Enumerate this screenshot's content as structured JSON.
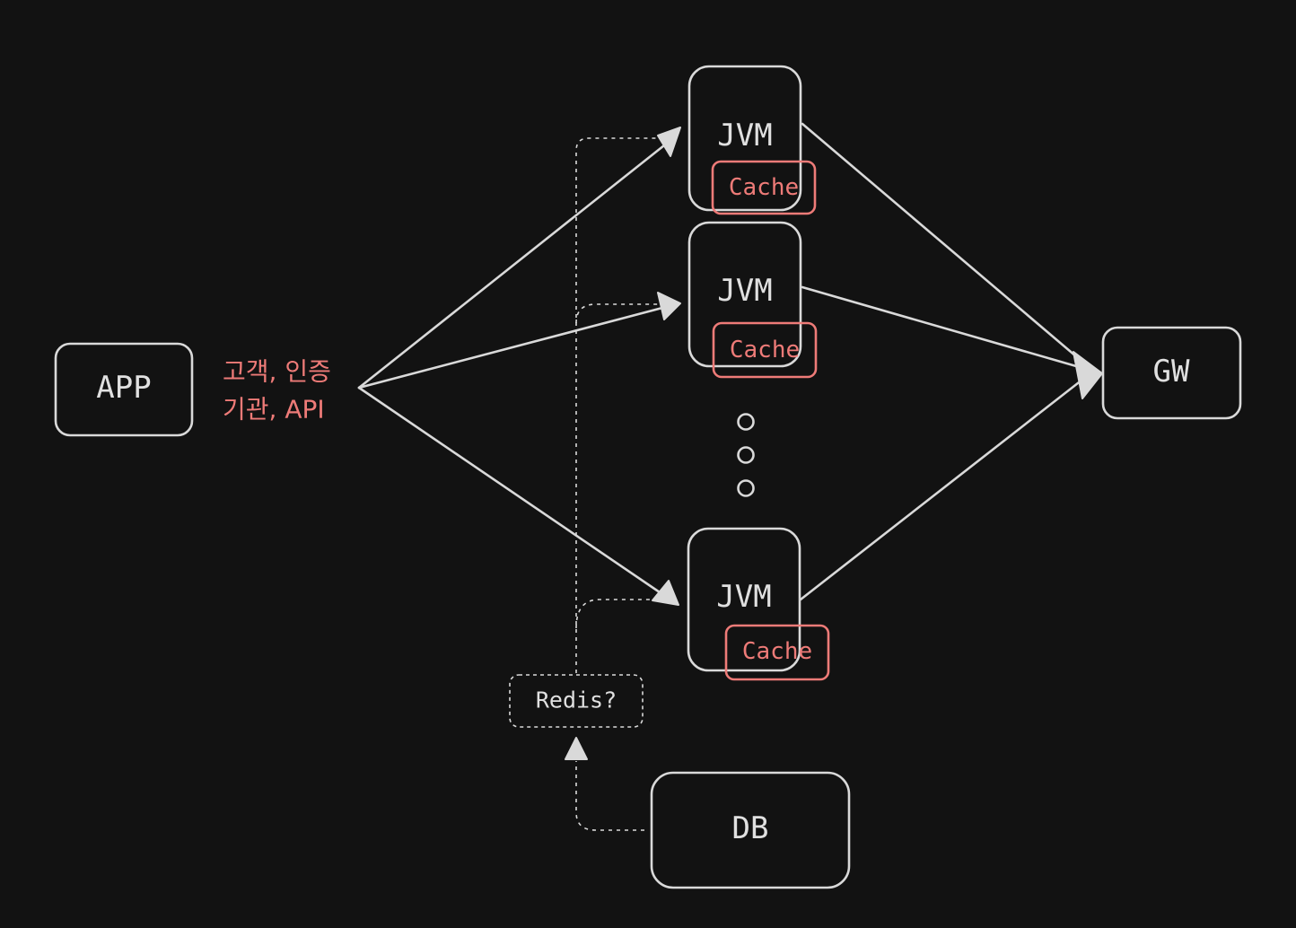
{
  "nodes": {
    "app": {
      "label": "APP"
    },
    "jvm_1": {
      "label": "JVM",
      "cache_label": "Cache"
    },
    "jvm_2": {
      "label": "JVM",
      "cache_label": "Cache"
    },
    "jvm_3": {
      "label": "JVM",
      "cache_label": "Cache"
    },
    "gw": {
      "label": "GW"
    },
    "redis": {
      "label": "Redis?"
    },
    "db": {
      "label": "DB"
    }
  },
  "annotation": {
    "line1": "고객, 인증",
    "line2": "기관, API"
  },
  "colors": {
    "background": "#121212",
    "stroke": "#d9d9d9",
    "accent": "#ee7b78"
  }
}
